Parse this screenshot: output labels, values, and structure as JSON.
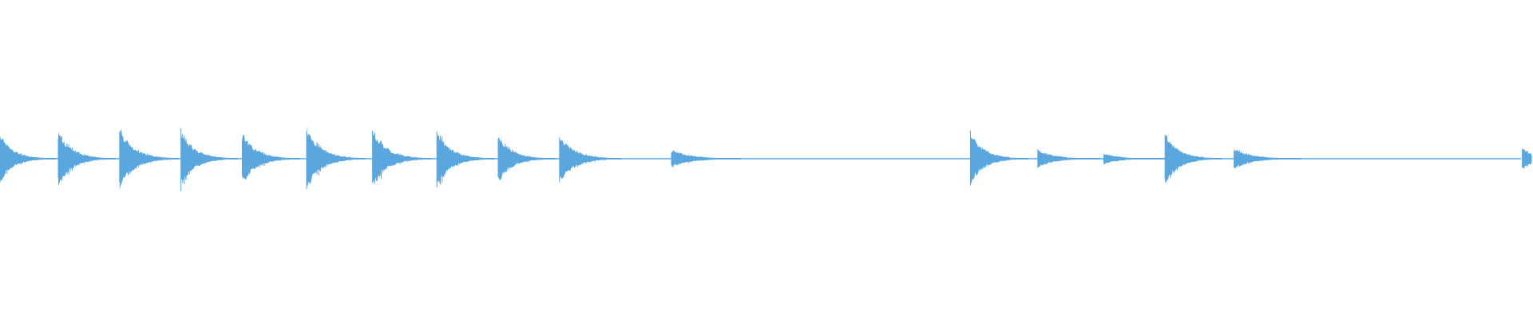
{
  "waveform": {
    "color": "#5aa6df",
    "background": "#ffffff",
    "hits": [
      {
        "time": 0.0,
        "amplitude": 0.65,
        "decay": 0.42
      },
      {
        "time": 0.038,
        "amplitude": 0.75,
        "decay": 0.45
      },
      {
        "time": 0.078,
        "amplitude": 0.85,
        "decay": 0.48
      },
      {
        "time": 0.118,
        "amplitude": 0.75,
        "decay": 0.45
      },
      {
        "time": 0.158,
        "amplitude": 0.72,
        "decay": 0.45
      },
      {
        "time": 0.2,
        "amplitude": 0.85,
        "decay": 0.48
      },
      {
        "time": 0.243,
        "amplitude": 0.82,
        "decay": 0.48
      },
      {
        "time": 0.285,
        "amplitude": 0.78,
        "decay": 0.45
      },
      {
        "time": 0.325,
        "amplitude": 0.65,
        "decay": 0.45
      },
      {
        "time": 0.365,
        "amplitude": 0.62,
        "decay": 0.55
      },
      {
        "time": 0.438,
        "amplitude": 0.25,
        "decay": 0.7
      },
      {
        "time": 0.633,
        "amplitude": 0.7,
        "decay": 0.45
      },
      {
        "time": 0.677,
        "amplitude": 0.25,
        "decay": 0.55
      },
      {
        "time": 0.72,
        "amplitude": 0.15,
        "decay": 0.55
      },
      {
        "time": 0.76,
        "amplitude": 0.7,
        "decay": 0.45
      },
      {
        "time": 0.805,
        "amplitude": 0.28,
        "decay": 0.65
      },
      {
        "time": 0.993,
        "amplitude": 0.3,
        "decay": 0.4
      }
    ]
  }
}
